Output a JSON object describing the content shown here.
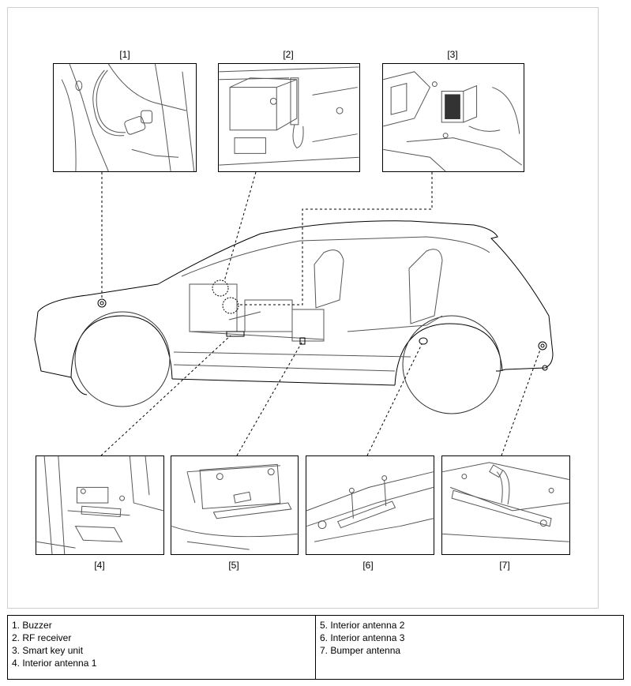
{
  "callouts": [
    "[1]",
    "[2]",
    "[3]",
    "[4]",
    "[5]",
    "[6]",
    "[7]"
  ],
  "legend": {
    "left": [
      "1. Buzzer",
      "2. RF receiver",
      "3. Smart key unit",
      "4. Interior antenna 1"
    ],
    "right": [
      "5. Interior antenna 2",
      "6. Interior antenna 3",
      "7. Bumper antenna"
    ]
  },
  "colors": {
    "line": "#000000",
    "frame": "#cfcfcf",
    "sketch": "#555555"
  }
}
